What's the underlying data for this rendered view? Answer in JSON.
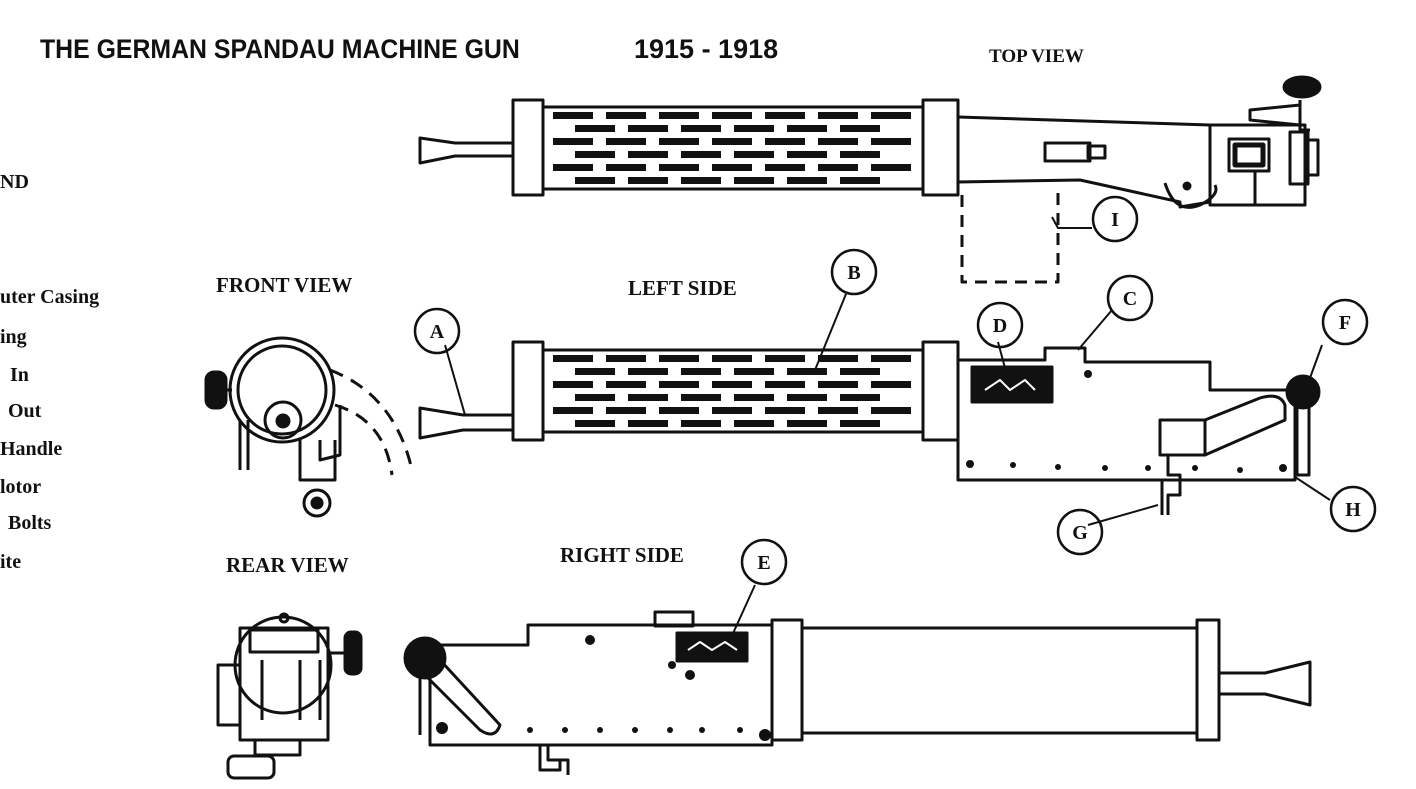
{
  "title": "THE GERMAN SPANDAU MACHINE GUN",
  "years": "1915 - 1918",
  "views": {
    "top": "TOP VIEW",
    "front": "FRONT VIEW",
    "left": "LEFT SIDE",
    "rear": "REAR VIEW",
    "right": "RIGHT SIDE"
  },
  "legend": [
    "ND",
    "uter Casing",
    "ing",
    "In",
    "Out",
    "Handle",
    "lotor",
    "Bolts",
    "ite"
  ],
  "callouts": [
    "A",
    "B",
    "C",
    "D",
    "E",
    "F",
    "G",
    "H",
    "I"
  ]
}
